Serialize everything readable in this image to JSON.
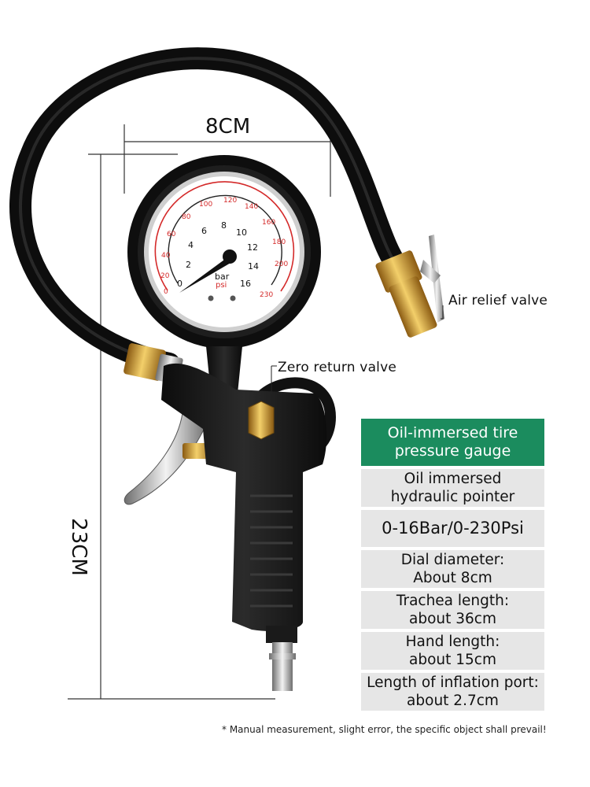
{
  "dimensions": {
    "width_label": "8CM",
    "height_label": "23CM"
  },
  "gauge_labels": {
    "bar_unit": "bar",
    "psi_unit": "psi",
    "bar_scale": [
      "0",
      "2",
      "4",
      "6",
      "8",
      "10",
      "12",
      "14",
      "16"
    ],
    "psi_scale": [
      "0",
      "20",
      "40",
      "60",
      "80",
      "100",
      "120",
      "140",
      "160",
      "180",
      "200",
      "230"
    ]
  },
  "callouts": {
    "air_relief_valve": "Air relief valve",
    "zero_return_valve": "Zero return valve"
  },
  "spec_panel": {
    "header": "Oil-immersed tire\npressure gauge",
    "rows": [
      "Oil immersed\nhydraulic pointer",
      "0-16Bar/0-230Psi",
      "Dial diameter:\nAbout 8cm",
      "Trachea length:\nabout 36cm",
      "Hand length:\nabout 15cm",
      "Length of inflation port:\nabout 2.7cm"
    ]
  },
  "footnote": "* Manual measurement, slight error, the specific object shall prevail!",
  "colors": {
    "header_bg": "#1b8c5e",
    "row_bg": "#e6e6e6",
    "scale_red": "#d42a2a",
    "brass": "#d4a437"
  }
}
